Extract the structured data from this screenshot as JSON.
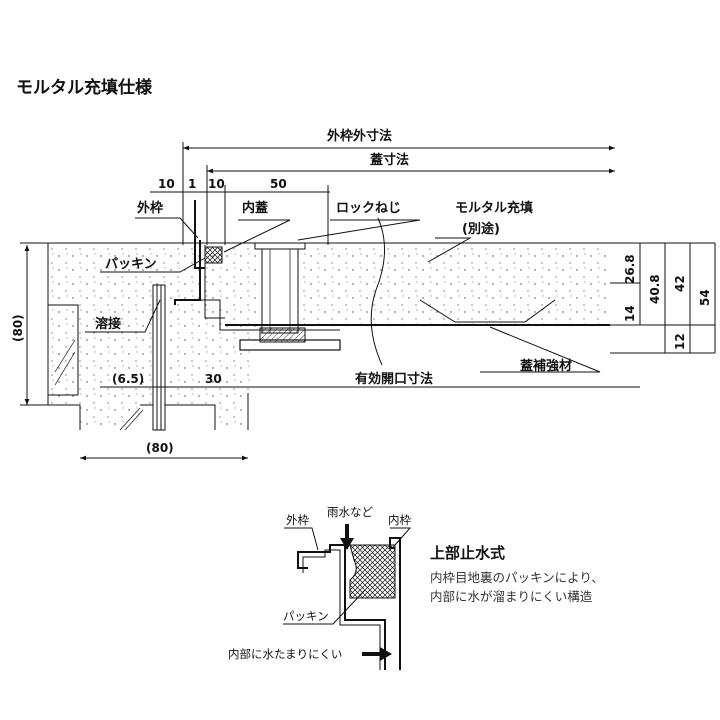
{
  "title": "モルタル充填仕様",
  "labels": {
    "outer_frame_size": "外枠外寸法",
    "lid_size": "蓋寸法",
    "outer_frame": "外枠",
    "inner_lid": "内蓋",
    "lock_screw": "ロックねじ",
    "mortar_fill": "モルタル充填",
    "separate": "(別途)",
    "packing": "パッキン",
    "welding": "溶接",
    "effective_opening": "有効開口寸法",
    "lid_reinforcement": "蓋補強材"
  },
  "dimensions": {
    "d10a": "10",
    "d1": "1",
    "d10b": "10",
    "d50": "50",
    "d80_left": "(80)",
    "d6_5": "(6.5)",
    "d30": "30",
    "d80_bottom": "(80)",
    "d26_8": "26.8",
    "d40_8": "40.8",
    "d42": "42",
    "d54": "54",
    "d14": "14",
    "d12": "12"
  },
  "detail": {
    "outer_frame": "外枠",
    "rain": "雨水など",
    "inner_frame": "内枠",
    "packing": "パッキン",
    "hard_to_pool": "内部に水たまりにくい",
    "heading": "上部止水式",
    "desc_line1": "内枠目地裏のパッキンにより、",
    "desc_line2": "内部に水が溜まりにくい構造"
  }
}
